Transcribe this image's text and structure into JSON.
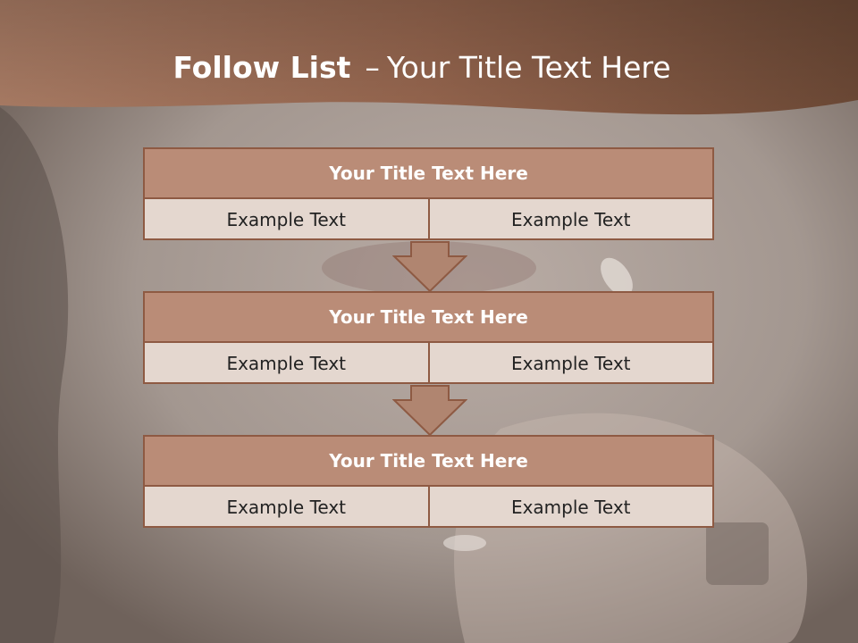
{
  "slide": {
    "title_bold": "Follow List",
    "title_separator": "–",
    "title_rest": "Your Title Text Here"
  },
  "steps": [
    {
      "title": "Your Title Text Here",
      "left": "Example Text",
      "right": "Example Text"
    },
    {
      "title": "Your Title Text Here",
      "left": "Example Text",
      "right": "Example Text"
    },
    {
      "title": "Your Title Text Here",
      "left": "Example Text",
      "right": "Example Text"
    }
  ],
  "colors": {
    "banner": "#9a6a52",
    "box_header": "#ba8c77",
    "box_body": "#e4d7cf",
    "border": "#8e5a43",
    "arrow_fill": "#b08570"
  }
}
